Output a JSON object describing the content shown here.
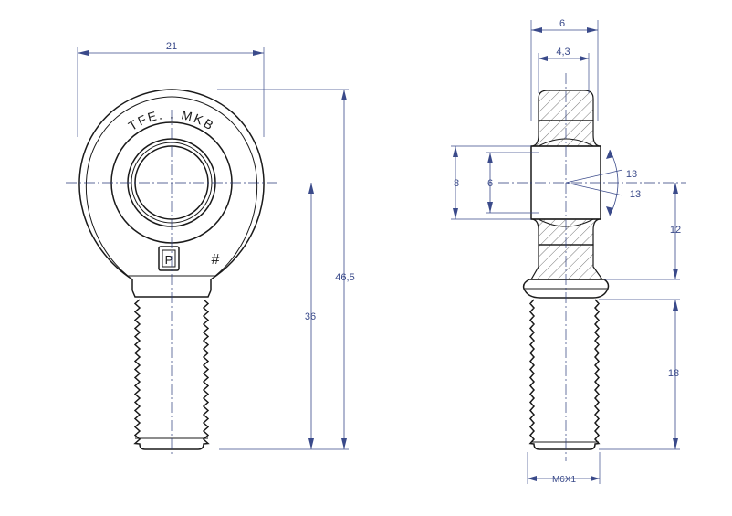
{
  "marking": {
    "text": "TFE. . MKB",
    "logo_letter": "P",
    "hash_symbol": "#"
  },
  "dimensions": {
    "width_front": "21",
    "height_total": "46,5",
    "height_center_to_end": "36",
    "thickness_outer": "6",
    "thickness_inner": "4,3",
    "bore_outer": "8",
    "bore_inner": "6",
    "angle_upper": "13",
    "angle_lower": "13",
    "center_to_shoulder": "12",
    "thread_length": "18",
    "thread_spec": "M6X1"
  },
  "colors": {
    "outline": "#1a1a1a",
    "dimension": "#3a4a8a"
  }
}
